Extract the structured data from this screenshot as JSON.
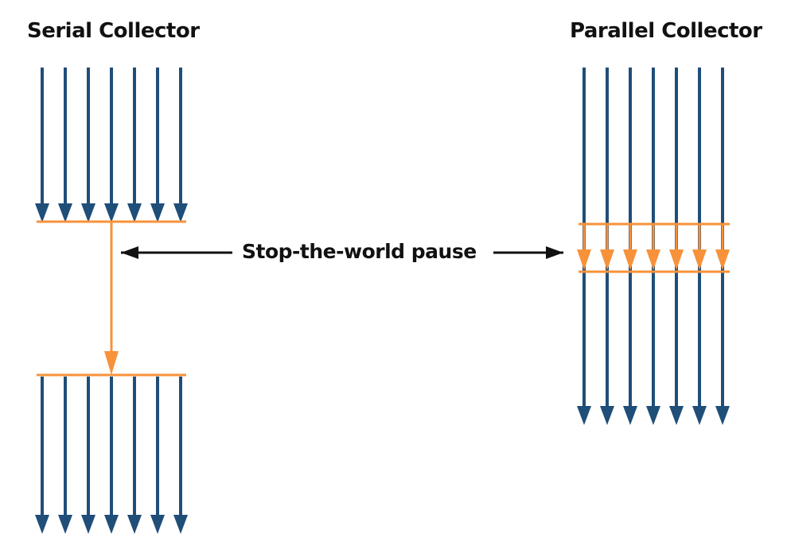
{
  "titles": {
    "serial": "Serial Collector",
    "parallel": "Parallel Collector"
  },
  "pause_label": "Stop-the-world pause",
  "colors": {
    "thread": "#1f4e79",
    "gc": "#f7923a",
    "pointer": "#111111"
  }
}
